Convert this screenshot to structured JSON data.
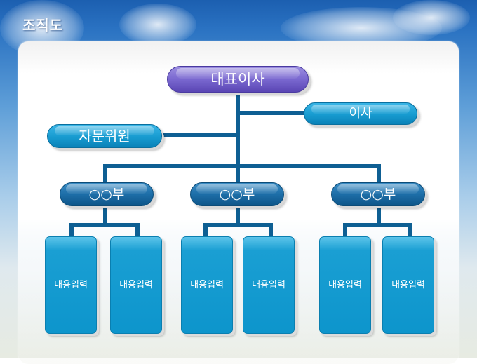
{
  "slide": {
    "title": "조직도",
    "colors": {
      "connector": "#0e5f93",
      "ceo_box": "#6a57c6",
      "director_box": "#179bd0",
      "department_box": "#1d6ea8",
      "content_box": "#0d95cc"
    }
  },
  "org_chart": {
    "ceo": {
      "label": "대표이사"
    },
    "director": {
      "label": "이사"
    },
    "advisor": {
      "label": "자문위원"
    },
    "departments": [
      {
        "label": "○○부",
        "items": [
          {
            "label": "내용입력"
          },
          {
            "label": "내용입력"
          }
        ]
      },
      {
        "label": "○○부",
        "items": [
          {
            "label": "내용입력"
          },
          {
            "label": "내용입력"
          }
        ]
      },
      {
        "label": "○○부",
        "items": [
          {
            "label": "내용입력"
          },
          {
            "label": "내용입력"
          }
        ]
      }
    ]
  }
}
